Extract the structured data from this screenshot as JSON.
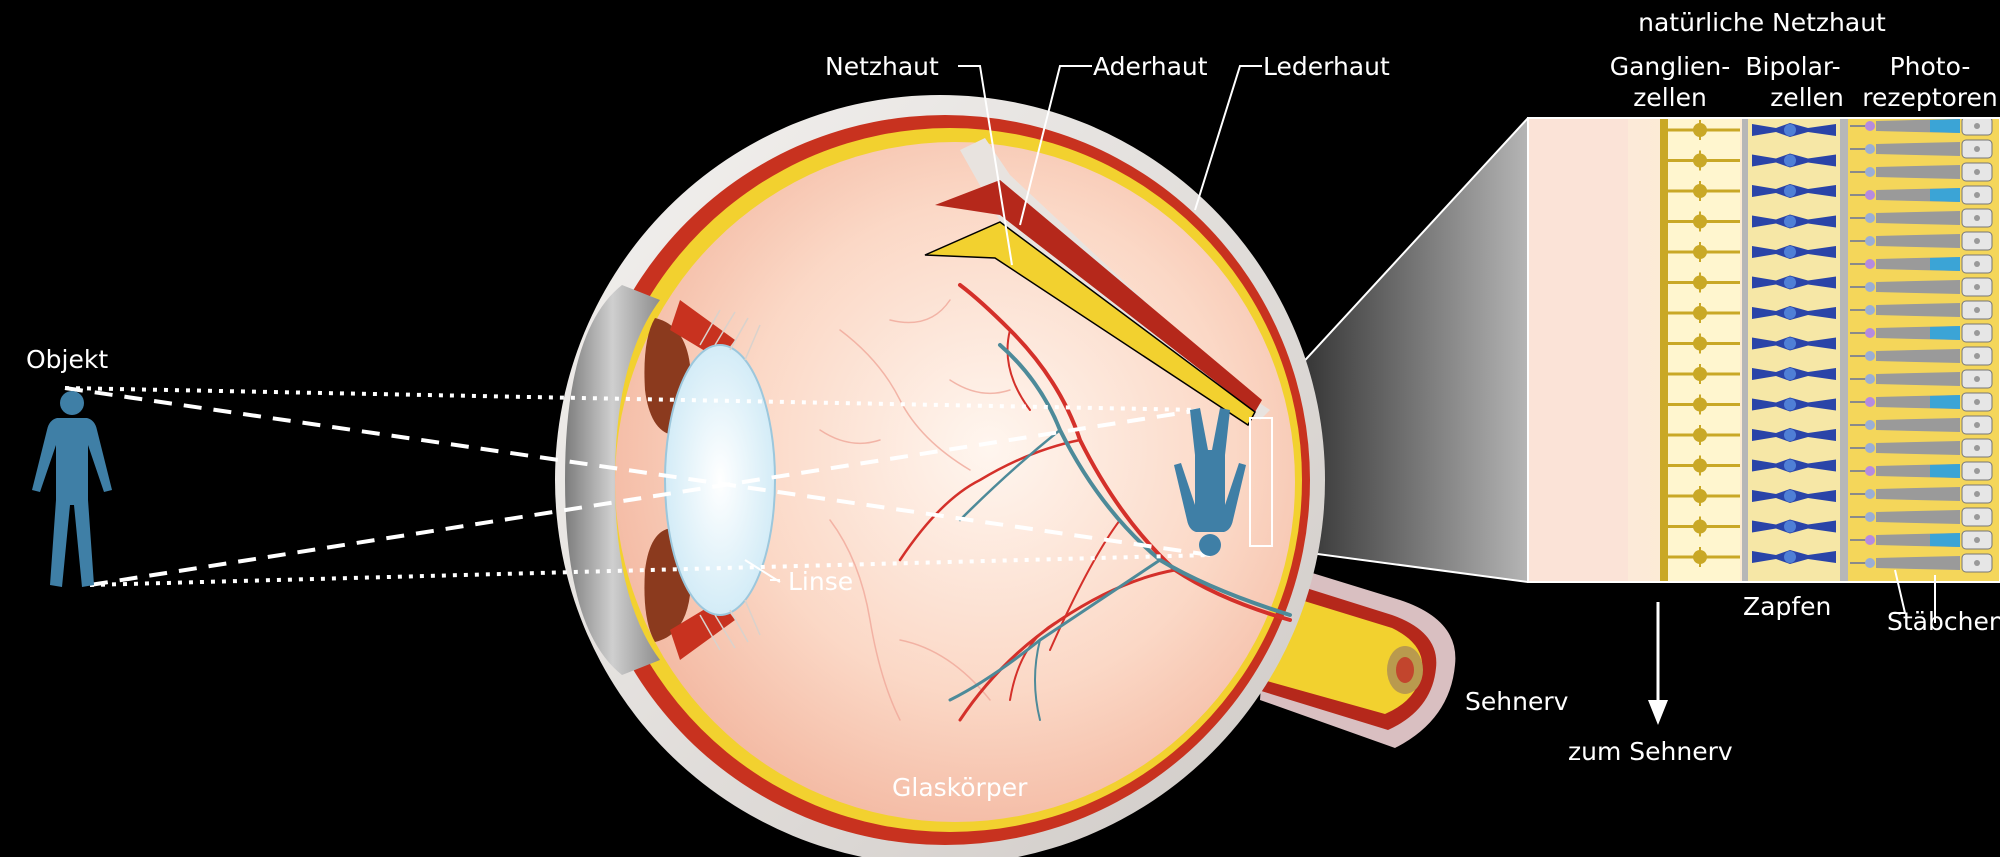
{
  "labels": {
    "objekt": "Objekt",
    "netzhaut": "Netzhaut",
    "aderhaut": "Aderhaut",
    "lederhaut": "Lederhaut",
    "linse": "Linse",
    "glaskoerper": "Glaskörper",
    "sehnerv": "Sehnerv",
    "zum_sehnerv": "zum Sehnerv",
    "natuerliche_netzhaut": "natürliche Netzhaut",
    "ganglien_1": "Ganglien-",
    "ganglien_2": "zellen",
    "bipolar_1": "Bipolar-",
    "bipolar_2": "zellen",
    "photo_1": "Photo-",
    "photo_2": "rezeptoren",
    "zapfen": "Zapfen",
    "staebchen": "Stäbchen"
  },
  "colors": {
    "background": "#000000",
    "figure": "#3f7fa6",
    "sclera": "#e9e6e3",
    "choroid": "#c8321f",
    "retina": "#f2d12f",
    "vitreous": "#f9cdb9",
    "lens": "#e8f5fb",
    "iris": "#8b3a1e",
    "vessel_red": "#d4302a",
    "vessel_blue": "#4d8a99",
    "ganglion": "#c9a826",
    "bipolar": "#2a44a8",
    "photoreceptor_gray": "#9a9a9a"
  }
}
